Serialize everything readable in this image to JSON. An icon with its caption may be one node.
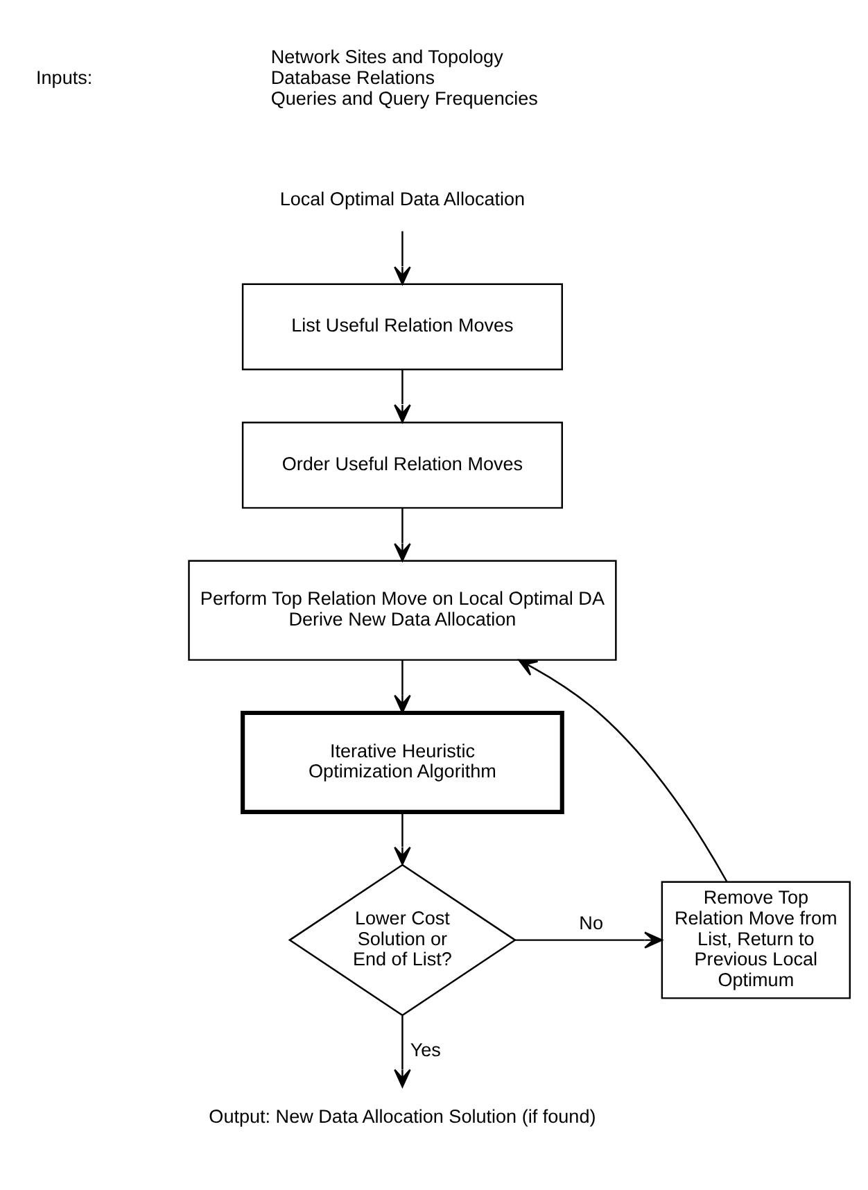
{
  "diagram": {
    "nodes": [
      {
        "text": [
          "Local Optimal Data Allocation"
        ]
      },
      {
        "text": [
          "List Useful Relation Moves"
        ]
      },
      {
        "text": [
          "Order Useful Relation Moves"
        ]
      },
      {
        "text": [
          "Perform Top Relation Move on Local Optimal DA",
          "Derive New Data Allocation"
        ]
      },
      {
        "text": [
          "Iterative Heuristic Optimization Algorithm"
        ]
      },
      {
        "text": [
          "Lower Cost Solution or End of List?"
        ]
      },
      {
        "text": [
          "Remove Top Relation Move from List, Return to Previous Local Optimum"
        ]
      },
      {
        "text": [
          "Output: New Data Allocation Solution (if found)"
        ]
      }
    ],
    "edges": [
      {
        "from": 0,
        "to": 1,
        "arrow": "to"
      },
      {
        "from": 1,
        "to": 2,
        "arrow": "to"
      },
      {
        "from": 2,
        "to": 3,
        "arrow": "to"
      },
      {
        "from": 3,
        "to": 4,
        "arrow": "to"
      },
      {
        "from": 4,
        "to": 5,
        "arrow": "to"
      },
      {
        "from": 5,
        "to": 6,
        "label": "No",
        "arrow": "to"
      },
      {
        "from": 6,
        "to": 3,
        "arrow": "to"
      },
      {
        "from": 5,
        "to": 7,
        "label": "Yes",
        "arrow": "to"
      }
    ],
    "labels": [
      "Inputs:",
      "Network Sites and Topology",
      "Database Relations",
      "Queries and Query Frequencies"
    ]
  }
}
